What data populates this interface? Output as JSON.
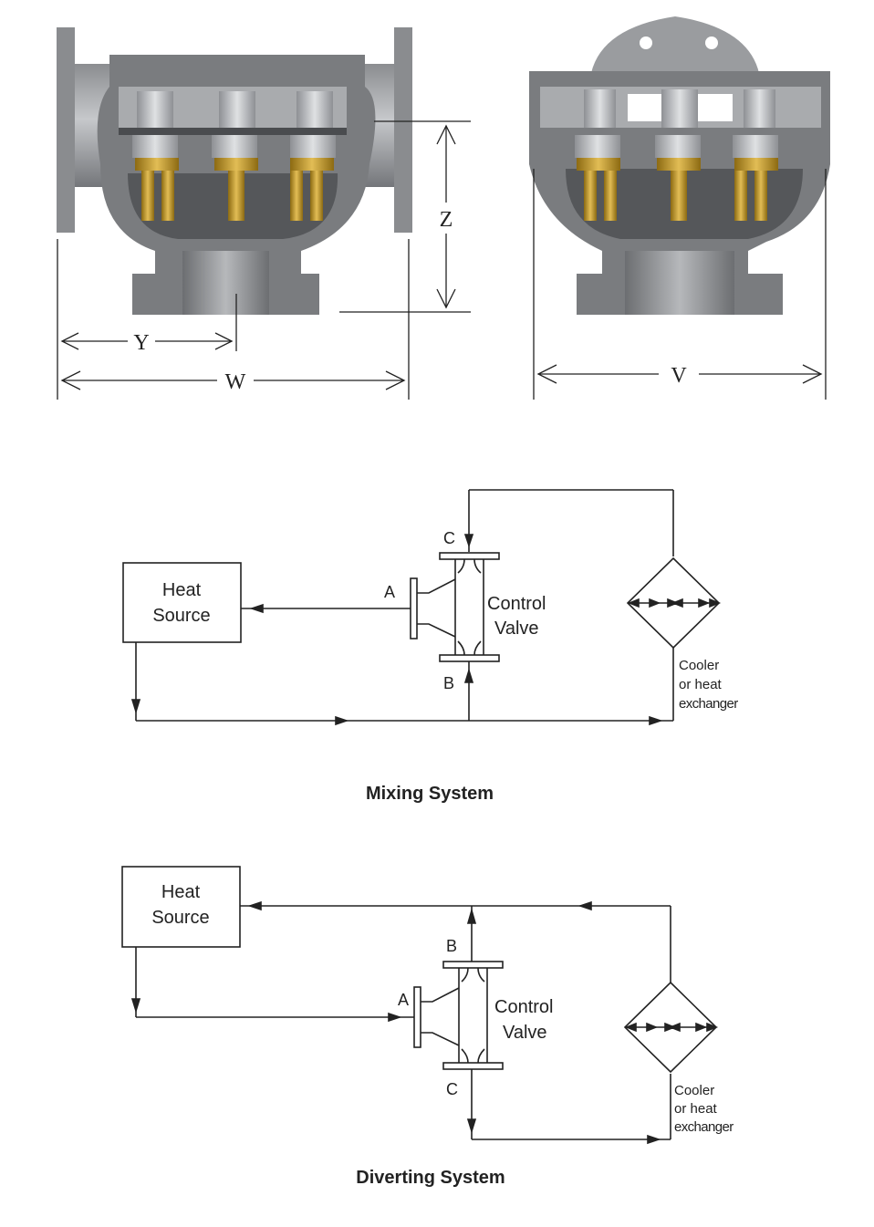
{
  "dimensions": {
    "y": "Y",
    "w": "W",
    "z": "Z",
    "v": "V"
  },
  "mixing": {
    "caption": "Mixing System",
    "heat_source": [
      "Heat",
      "Source"
    ],
    "valve": [
      "Control",
      "Valve"
    ],
    "port_a": "A",
    "port_b": "B",
    "port_c": "C",
    "cooler": [
      "Cooler",
      "or heat",
      "exchanger"
    ]
  },
  "diverting": {
    "caption": "Diverting System",
    "heat_source": [
      "Heat",
      "Source"
    ],
    "valve": [
      "Control",
      "Valve"
    ],
    "port_a": "A",
    "port_b": "B",
    "port_c": "C",
    "cooler": [
      "Cooler",
      "or heat",
      "exchanger"
    ]
  },
  "colors": {
    "casting_dark": "#6f7174",
    "casting_mid": "#9a9c9f",
    "casting_light": "#c9cbcd",
    "brass": "#b8902a",
    "line": "#222222"
  }
}
